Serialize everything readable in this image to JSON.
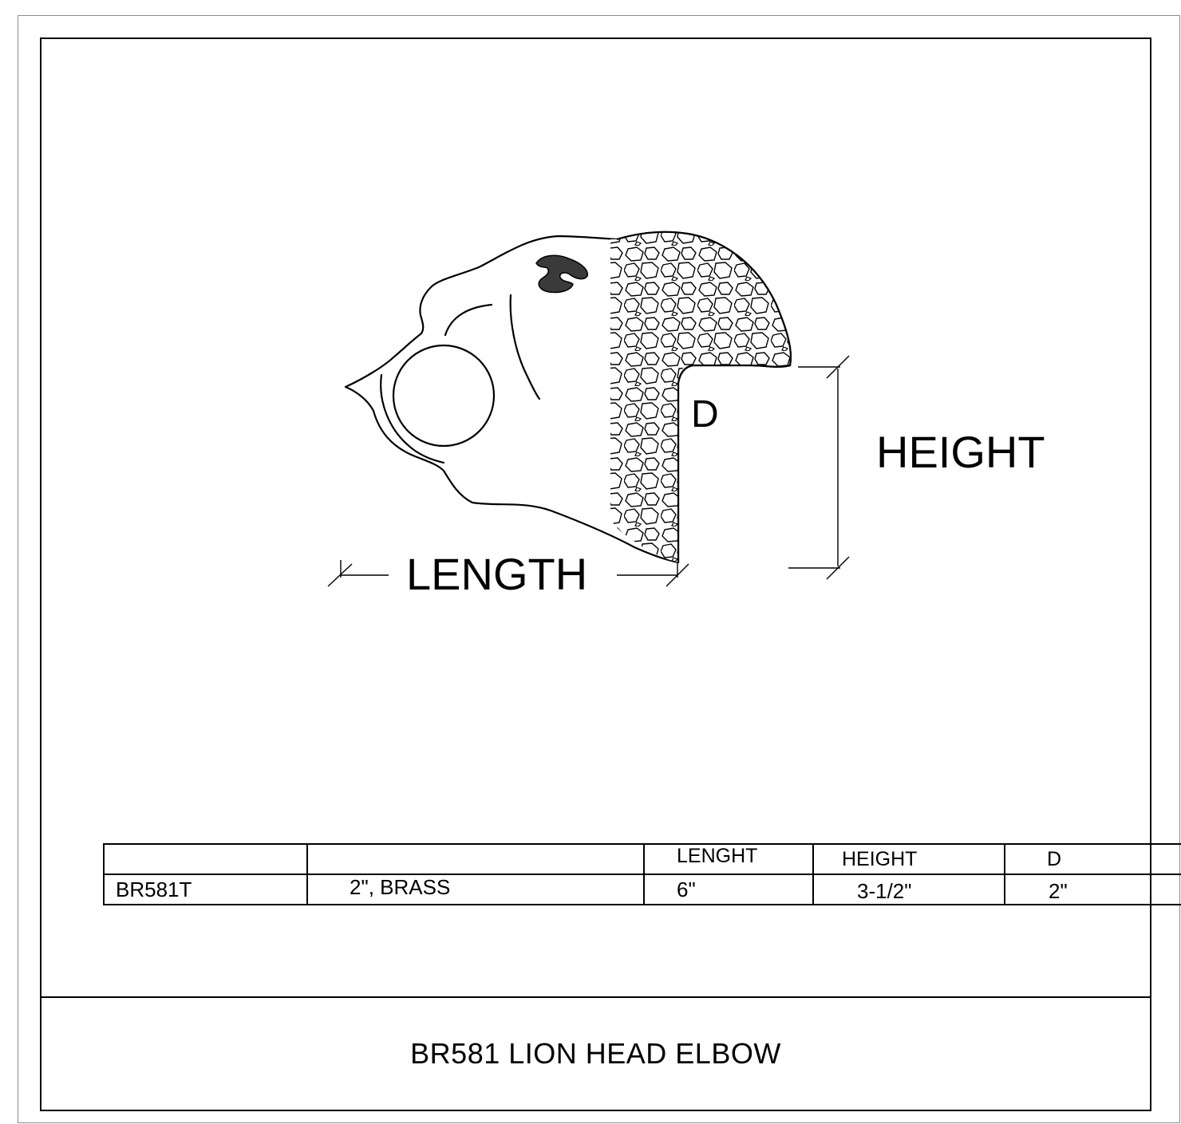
{
  "drawing": {
    "labels": {
      "d": "D",
      "height": "HEIGHT",
      "length": "LENGTH"
    }
  },
  "table": {
    "headers": [
      "",
      "",
      "LENGHT",
      "HEIGHT",
      "D"
    ],
    "rows": [
      [
        "BR581T",
        "2\", BRASS",
        "6\"",
        "3-1/2\"",
        "2\""
      ]
    ]
  },
  "title_block": {
    "title": "BR581 LION HEAD ELBOW"
  },
  "colors": {
    "line": "#000000",
    "background": "#ffffff",
    "outer_border": "#8a8a8a",
    "eye_fill": "#3a3a3a"
  }
}
